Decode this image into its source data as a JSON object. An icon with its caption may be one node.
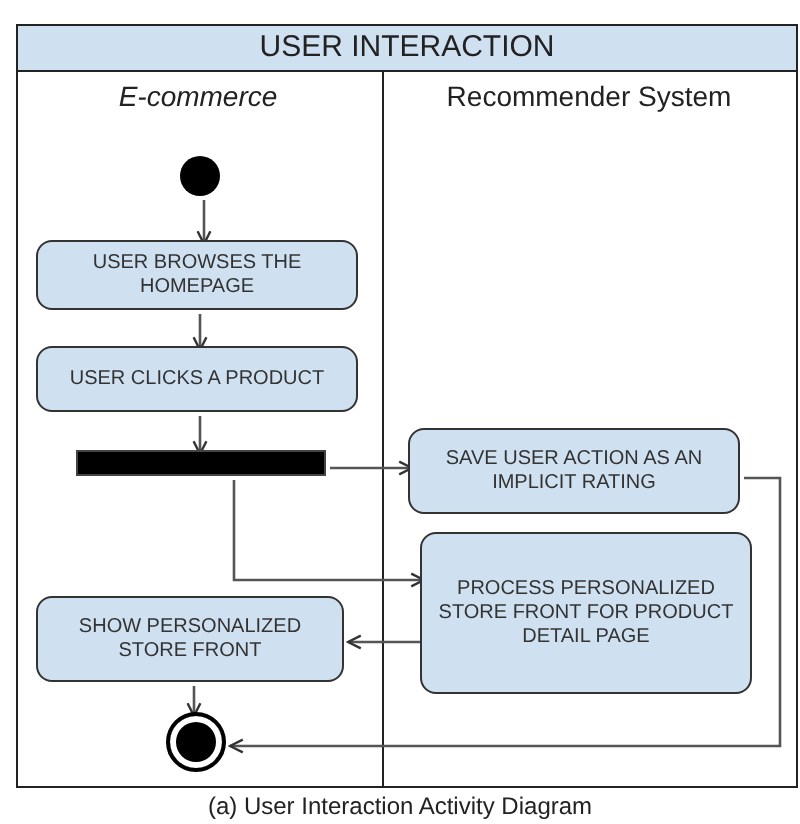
{
  "diagram": {
    "caption": "(a) User Interaction Activity Diagram",
    "nodes": [
      {
        "text": [
          "USER INTERACTION"
        ]
      },
      {
        "text": [
          "E-commerce"
        ],
        "in": 0
      },
      {
        "text": [
          "Recommender System"
        ],
        "in": 0
      },
      {
        "text": [],
        "shape": "circle",
        "in": 1
      },
      {
        "text": [
          "USER BROWSES THE HOMEPAGE"
        ],
        "in": 1
      },
      {
        "text": [
          "USER CLICKS A PRODUCT"
        ],
        "in": 1
      },
      {
        "text": [],
        "shape": "bar",
        "in": 1
      },
      {
        "text": [
          "SAVE USER ACTION AS AN IMPLICIT RATING"
        ],
        "in": 2
      },
      {
        "text": [
          "PROCESS PERSONALIZED STORE FRONT FOR PRODUCT DETAIL PAGE"
        ],
        "in": 2
      },
      {
        "text": [
          "SHOW PERSONALIZED STORE FRONT"
        ],
        "in": 1
      },
      {
        "text": [],
        "shape": "end-circle",
        "in": 1
      }
    ],
    "edges": [
      {
        "from": 3,
        "to": 4,
        "arrow": "to"
      },
      {
        "from": 4,
        "to": 5,
        "arrow": "to"
      },
      {
        "from": 5,
        "to": 6,
        "arrow": "to"
      },
      {
        "from": 6,
        "to": 7,
        "arrow": "to"
      },
      {
        "from": 6,
        "to": 8,
        "arrow": "to"
      },
      {
        "from": 8,
        "to": 9,
        "arrow": "to"
      },
      {
        "from": 7,
        "to": 10,
        "arrow": "to"
      },
      {
        "from": 9,
        "to": 10,
        "arrow": "to"
      }
    ]
  }
}
